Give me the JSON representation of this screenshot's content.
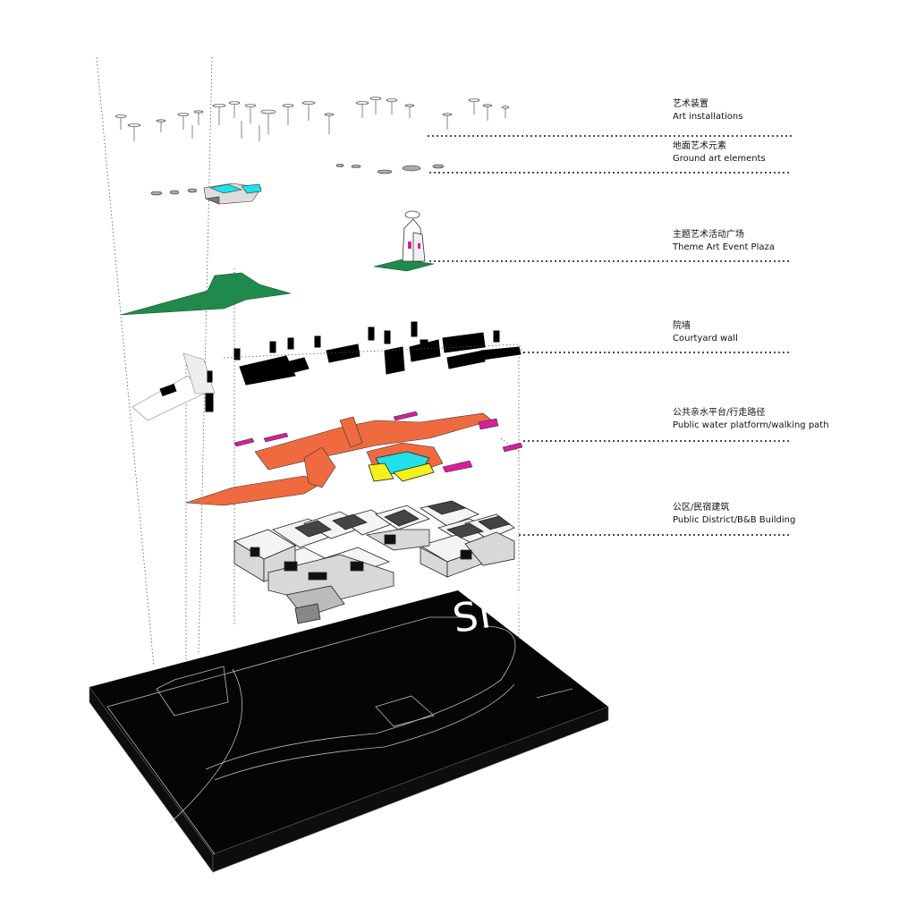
{
  "layers": [
    {
      "key": "art_installations",
      "label_zh": "艺术装置",
      "label_en": "Art installations"
    },
    {
      "key": "ground_art",
      "label_zh": "地面艺术元素",
      "label_en": "Ground art elements"
    },
    {
      "key": "theme_plaza",
      "label_zh": "主题艺术活动广场",
      "label_en": "Theme Art Event Plaza"
    },
    {
      "key": "courtyard_wall",
      "label_zh": "院墙",
      "label_en": "Courtyard wall"
    },
    {
      "key": "water_platform",
      "label_zh": "公共亲水平台/行走路径",
      "label_en": "Public water platform/walking path"
    },
    {
      "key": "buildings",
      "label_zh": "公区/民宿建筑",
      "label_en": "Public District/B&B Building"
    }
  ],
  "site_label": "SITE",
  "colors": {
    "plaza_green": "#1f8a4c",
    "path_orange": "#ef6a3f",
    "water_cyan": "#22e0e8",
    "highlight_yellow": "#f2f21a",
    "accent_magenta": "#d61f9a",
    "site_black": "#050505"
  }
}
